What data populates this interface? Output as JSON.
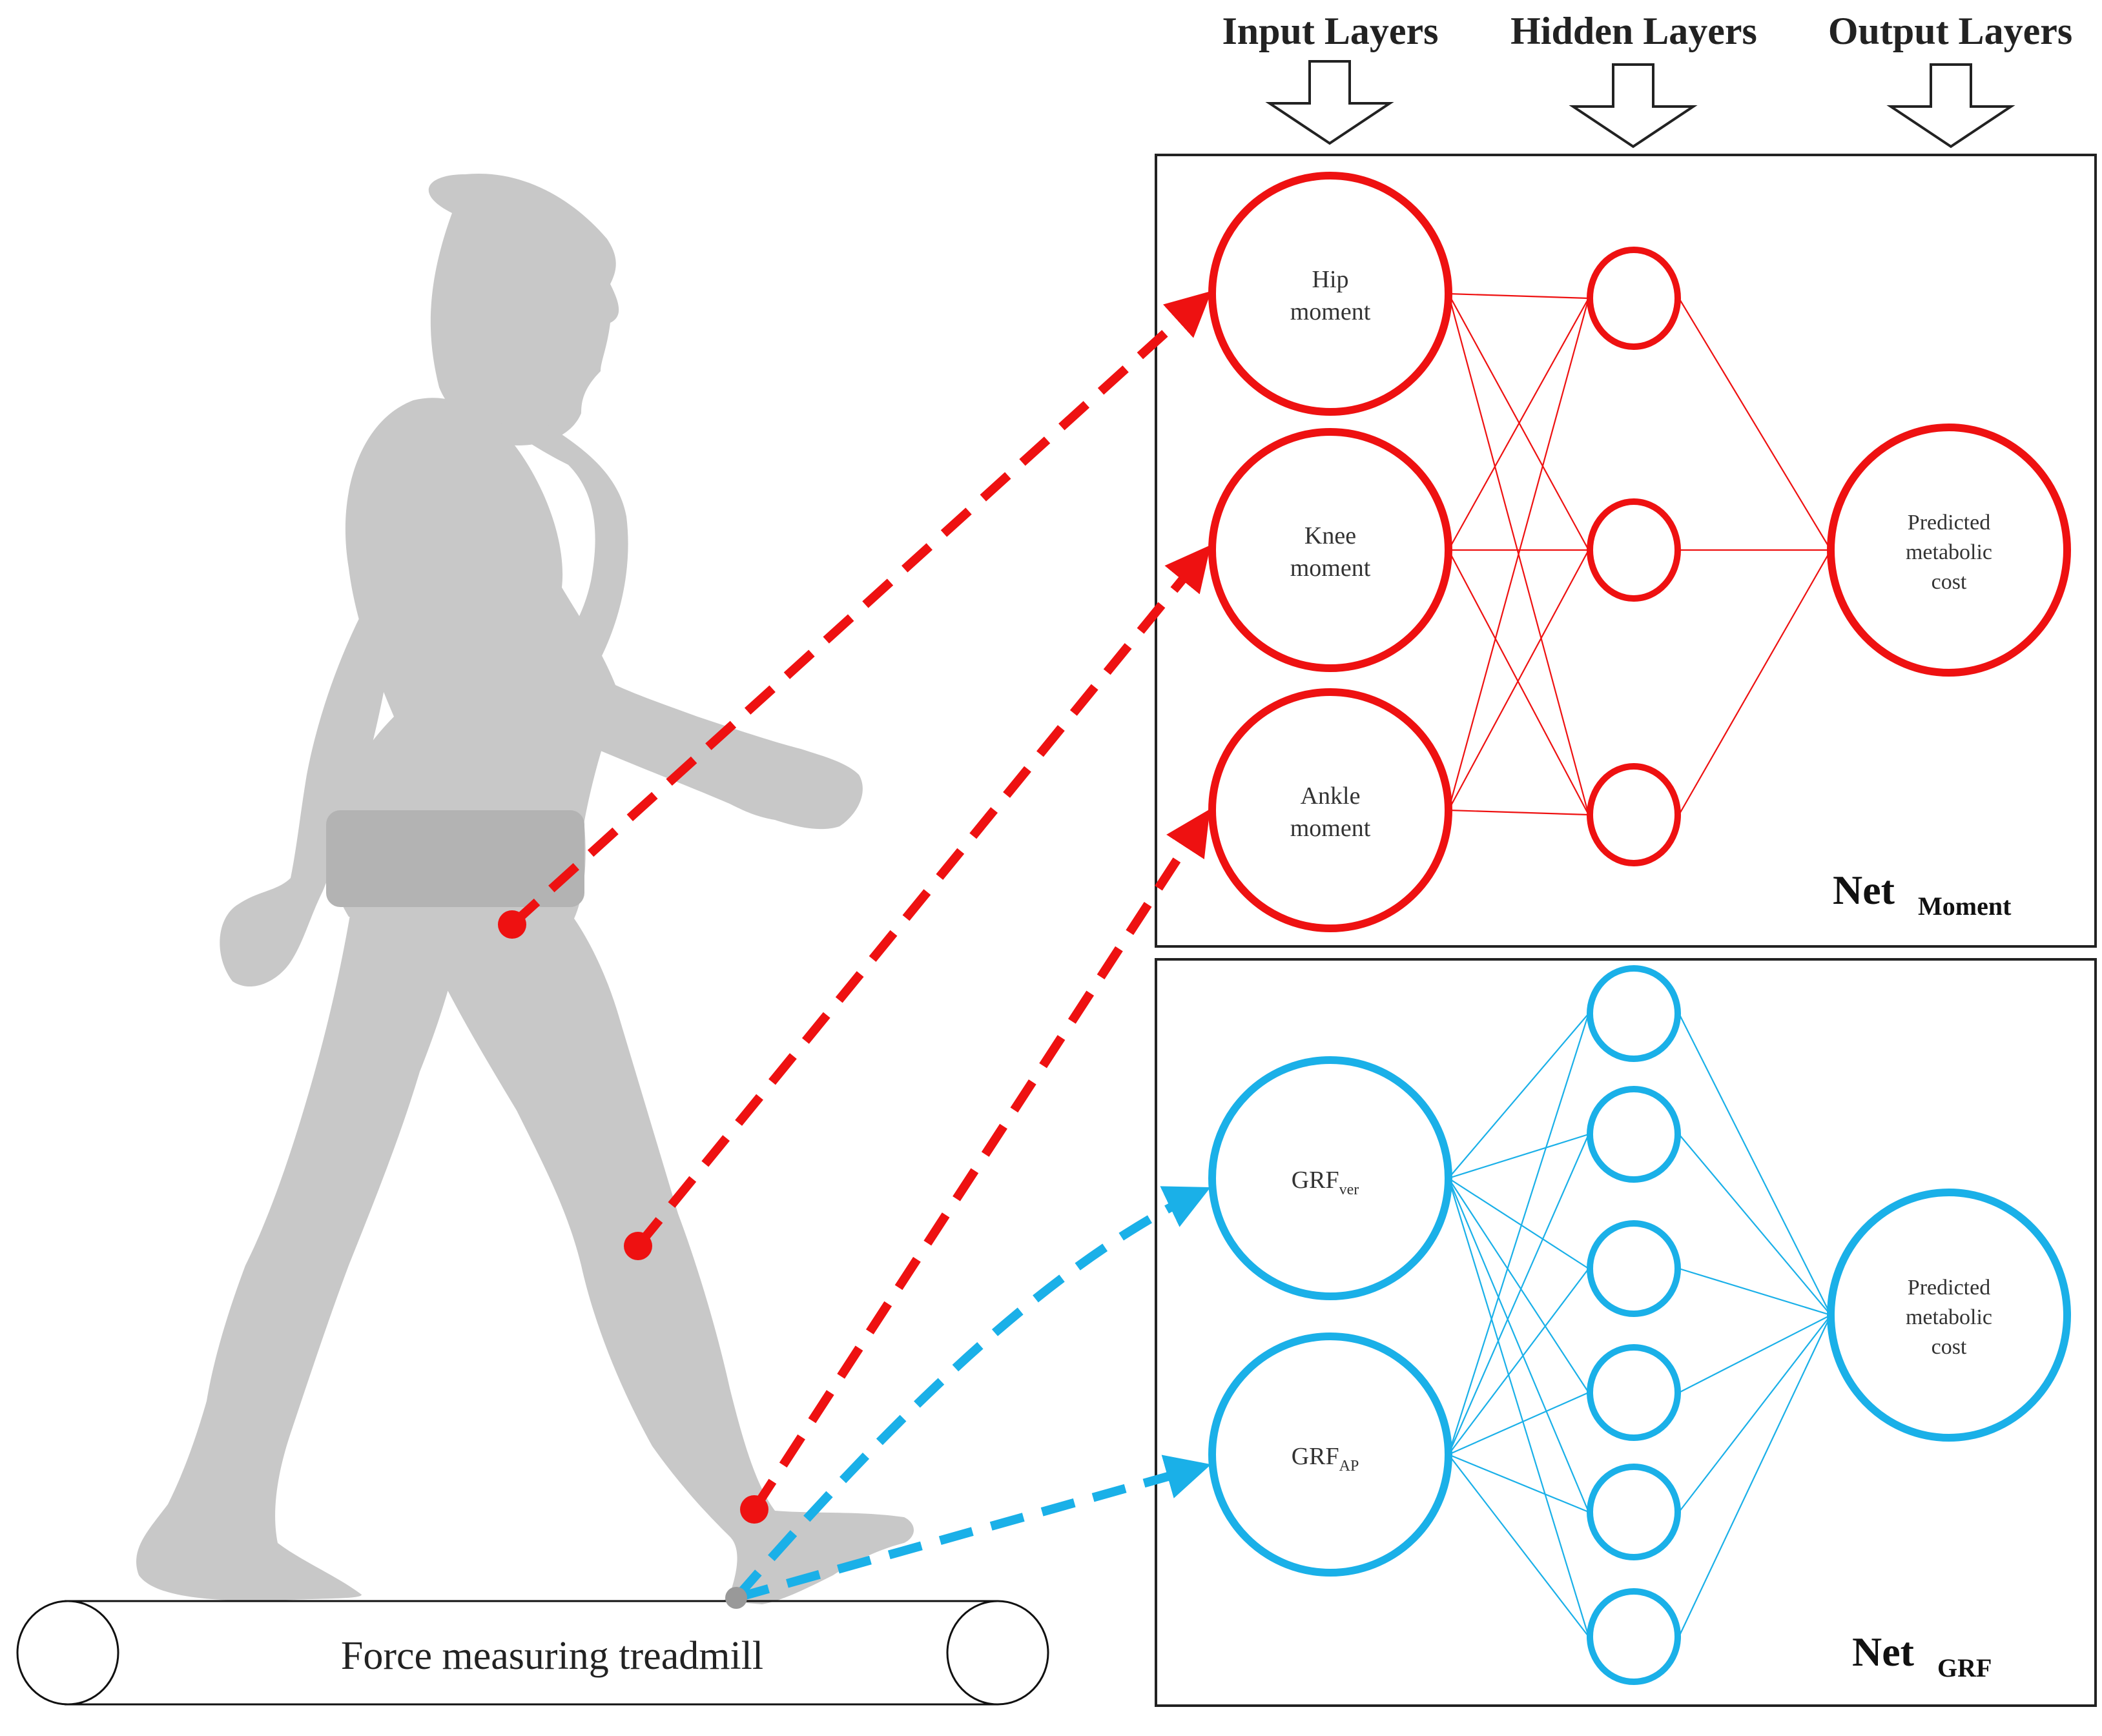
{
  "headers": {
    "input": "Input Layers",
    "hidden": "Hidden Layers",
    "output": "Output Layers"
  },
  "net_moment": {
    "label_main": "Net",
    "label_sub": "Moment",
    "color": "#ee1111",
    "inputs": [
      {
        "line1": "Hip",
        "line2": "moment"
      },
      {
        "line1": "Knee",
        "line2": "moment"
      },
      {
        "line1": "Ankle",
        "line2": "moment"
      }
    ],
    "hidden_count": 3,
    "output": {
      "line1": "Predicted",
      "line2": "metabolic",
      "line3": "cost"
    }
  },
  "net_grf": {
    "label_main": "Net",
    "label_sub": "GRF",
    "color": "#1ab0e8",
    "inputs": [
      {
        "base": "GRF",
        "sub": "ver"
      },
      {
        "base": "GRF",
        "sub": "AP"
      }
    ],
    "hidden_count": 6,
    "output": {
      "line1": "Predicted",
      "line2": "metabolic",
      "line3": "cost"
    }
  },
  "treadmill": {
    "label": "Force measuring treadmill"
  },
  "colors": {
    "silhouette": "#c8c8c8",
    "belt": "#b3b3b3",
    "moment": "#ee1111",
    "grf": "#1ab0e8"
  }
}
